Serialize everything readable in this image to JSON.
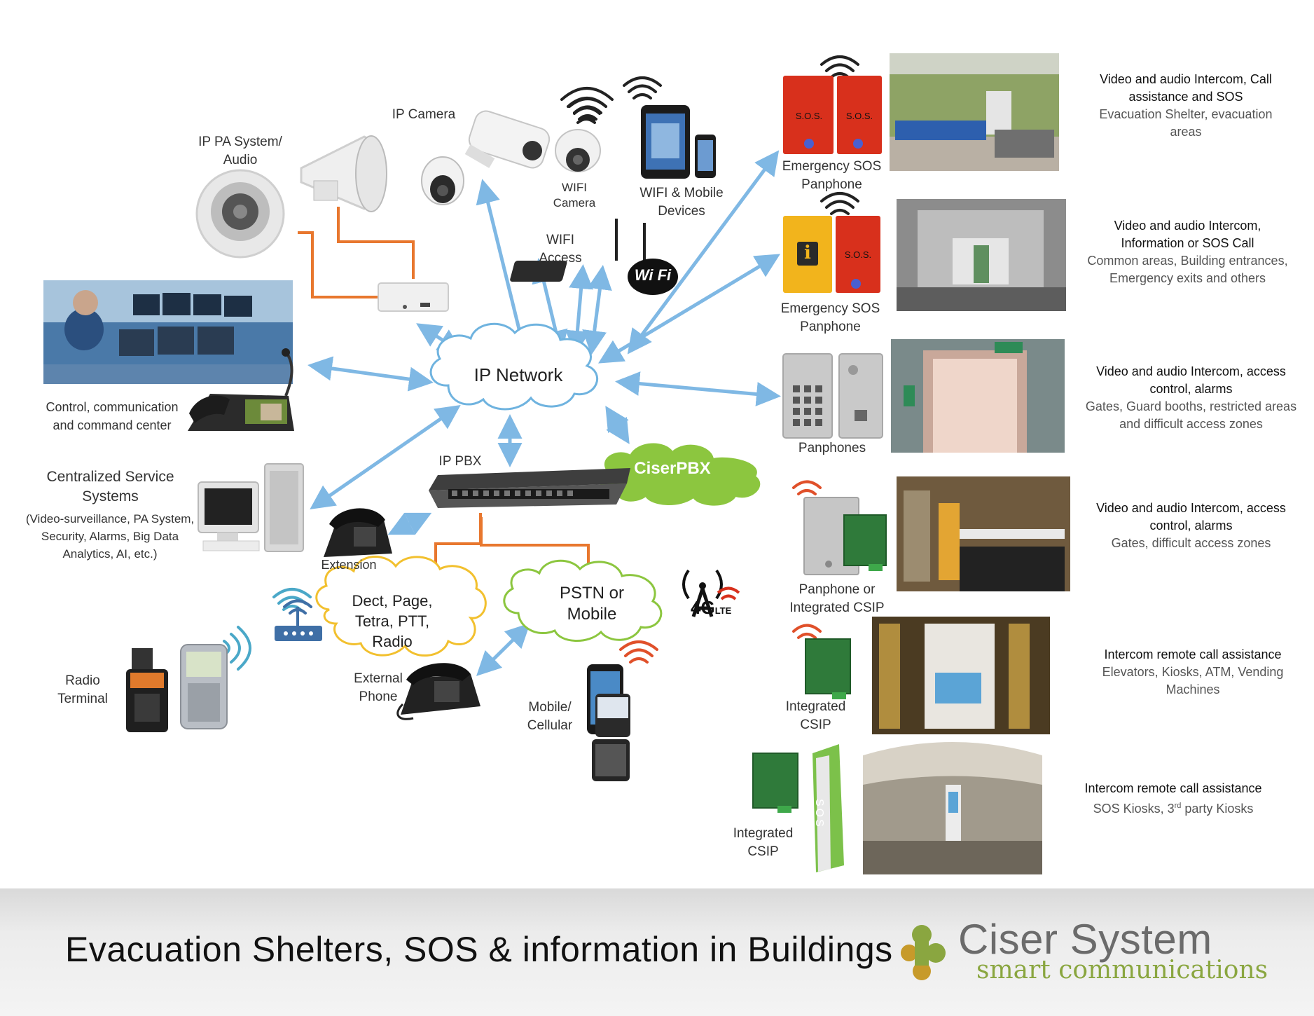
{
  "center": {
    "ip_network": "IP Network",
    "ciserpbx": "CiserPBX",
    "ip_pbx": "IP PBX",
    "dect_cloud": "Dect, Page,\nTetra, PTT,\nRadio",
    "pstn_cloud": "PSTN or\nMobile",
    "lte_badge": "4G",
    "lte_small": "LTE"
  },
  "devices": {
    "ip_pa": "IP PA System/\nAudio",
    "ip_camera": "IP Camera",
    "wifi_camera": "WIFI\nCamera",
    "wifi_mobile": "WIFI & Mobile\nDevices",
    "wifi_access": "WIFI\nAccess",
    "wifi_logo": "Wi Fi",
    "control_center": "Control, communication\nand command center",
    "centralized_title": "Centralized Service\nSystems",
    "centralized_desc": "(Video-surveillance, PA System,\nSecurity, Alarms, Big Data\nAnalytics, AI, etc.)",
    "extension": "Extension",
    "external_phone": "External\nPhone",
    "mobile_cellular": "Mobile/\nCellular",
    "radio_terminal": "Radio\nTerminal"
  },
  "right_devices": [
    {
      "label": "Emergency SOS\nPanphone"
    },
    {
      "label": "Emergency SOS\nPanphone"
    },
    {
      "label": "Panphones"
    },
    {
      "label": "Panphone or\nIntegrated CSIP"
    },
    {
      "label": "Integrated\nCSIP"
    },
    {
      "label": "Integrated\nCSIP"
    }
  ],
  "sos_text": "S.O.S.",
  "info_text": "i",
  "kiosk_text": "SOS",
  "descriptions": [
    {
      "head": "Video and audio Intercom, Call assistance and SOS",
      "detail": "Evacuation Shelter, evacuation areas"
    },
    {
      "head": "Video and audio Intercom, Information or SOS Call",
      "detail": "Common areas, Building entrances, Emergency exits and others"
    },
    {
      "head": "Video and audio Intercom, access control, alarms",
      "detail": "Gates, Guard booths, restricted areas and difficult access zones"
    },
    {
      "head": "Video and audio Intercom, access control, alarms",
      "detail": "Gates, difficult access zones"
    },
    {
      "head": "Intercom remote call assistance",
      "detail": "Elevators, Kiosks, ATM, Vending Machines"
    },
    {
      "head": "Intercom remote call assistance",
      "detail_pre": "SOS Kiosks, 3",
      "detail_sup": "rd",
      "detail_post": " party Kiosks"
    }
  ],
  "footer": {
    "title": "Evacuation Shelters, SOS & information in Buildings",
    "brand": "Ciser System",
    "tagline": "smart communications"
  },
  "colors": {
    "link_blue": "#7fb8e4",
    "wire_orange": "#e8772e",
    "cloud_blue": "#6fb3df",
    "cloud_yellow": "#f2c02e",
    "cloud_green": "#8cc63f",
    "sos_red": "#d8301c",
    "info_yellow": "#f2b41c",
    "brand_green": "#8aa640"
  }
}
